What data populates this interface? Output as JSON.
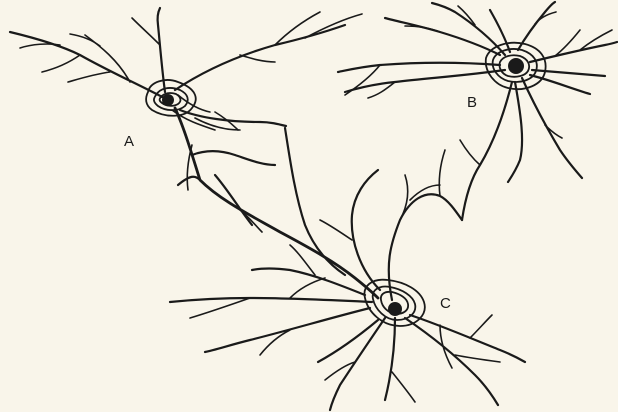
{
  "figure": {
    "background": "#f9f5ea",
    "ink": "#1a1a1a",
    "neurons": [
      {
        "id": "A",
        "label": "A"
      },
      {
        "id": "B",
        "label": "B"
      },
      {
        "id": "C",
        "label": "C"
      }
    ]
  }
}
